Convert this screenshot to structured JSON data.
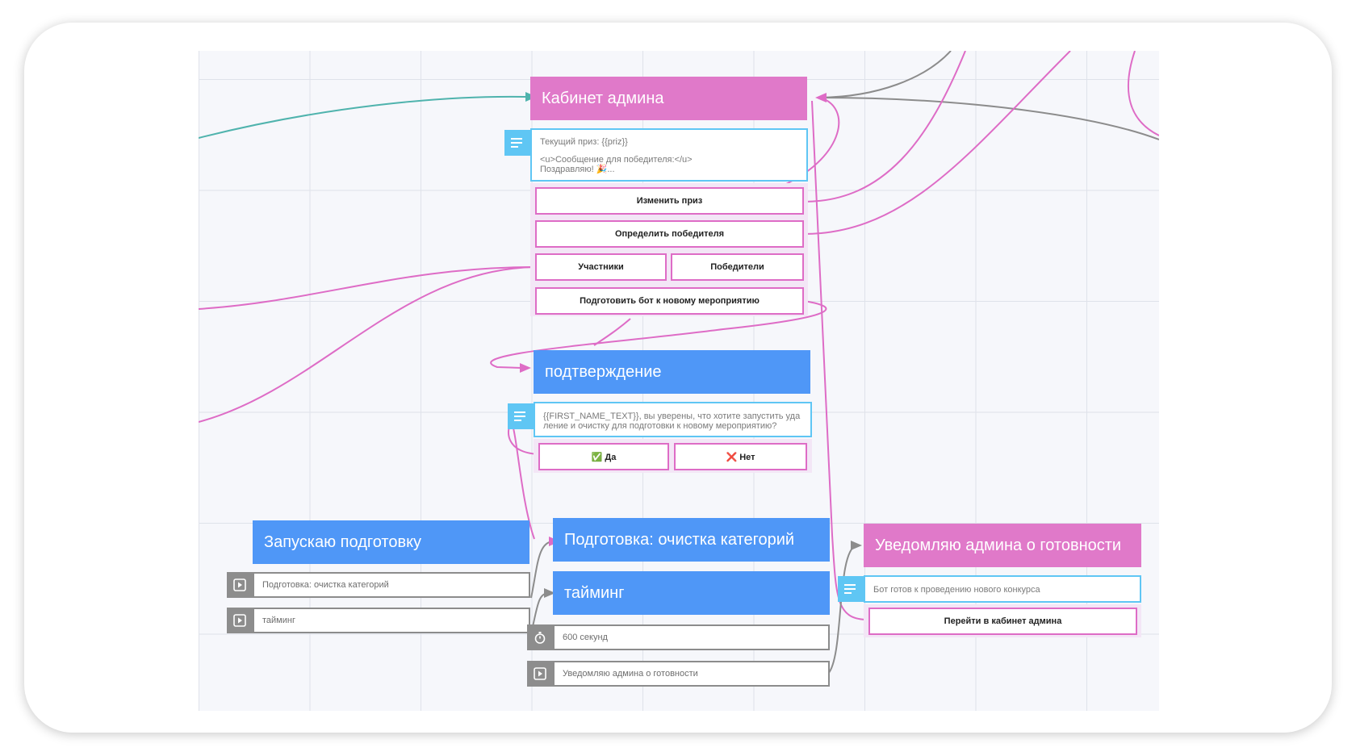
{
  "colors": {
    "pink_header": "#e079c9",
    "blue_header": "#4f97f7",
    "message_border": "#5fc6f4",
    "button_border": "#de6cc6",
    "action_gray": "#8c8c8c",
    "link_pink": "#de6cc6",
    "link_teal": "#4fb3ad",
    "link_gray": "#8c8c8c"
  },
  "admin_cabinet": {
    "title": "Кабинет админа",
    "message_line1": "Текущий приз: {{priz}}",
    "message_line2": "<u>Сообщение для победителя:</u>",
    "message_line3": "Поздравляю! 🎉...",
    "buttons": {
      "change_prize": "Изменить приз",
      "pick_winner": "Определить победителя",
      "participants": "Участники",
      "winners": "Победители",
      "prepare_bot": "Подготовить бот к новому мероприятию"
    }
  },
  "confirmation": {
    "title": "подтверждение",
    "message": "{{FIRST_NAME_TEXT}}, вы уверены, что хотите запустить уда ление и очистку для подготовки к новому мероприятию?",
    "yes": "✅ Да",
    "no": "❌ Нет"
  },
  "start_prep": {
    "title": "Запускаю подготовку",
    "actions": [
      "Подготовка: очистка категорий",
      "тайминг"
    ]
  },
  "prep_clean": {
    "title": "Подготовка: очистка категорий"
  },
  "timing": {
    "title": "тайминг",
    "delay": "600 секунд",
    "action": "Уведомляю админа о готовности"
  },
  "notify_admin": {
    "title": "Уведомляю админа о готовности",
    "message": "Бот готов к проведению нового конкурса",
    "button": "Перейти в кабинет админа"
  },
  "icons": {
    "message": "lines-icon",
    "action": "play-square-icon",
    "delay": "stopwatch-icon"
  }
}
